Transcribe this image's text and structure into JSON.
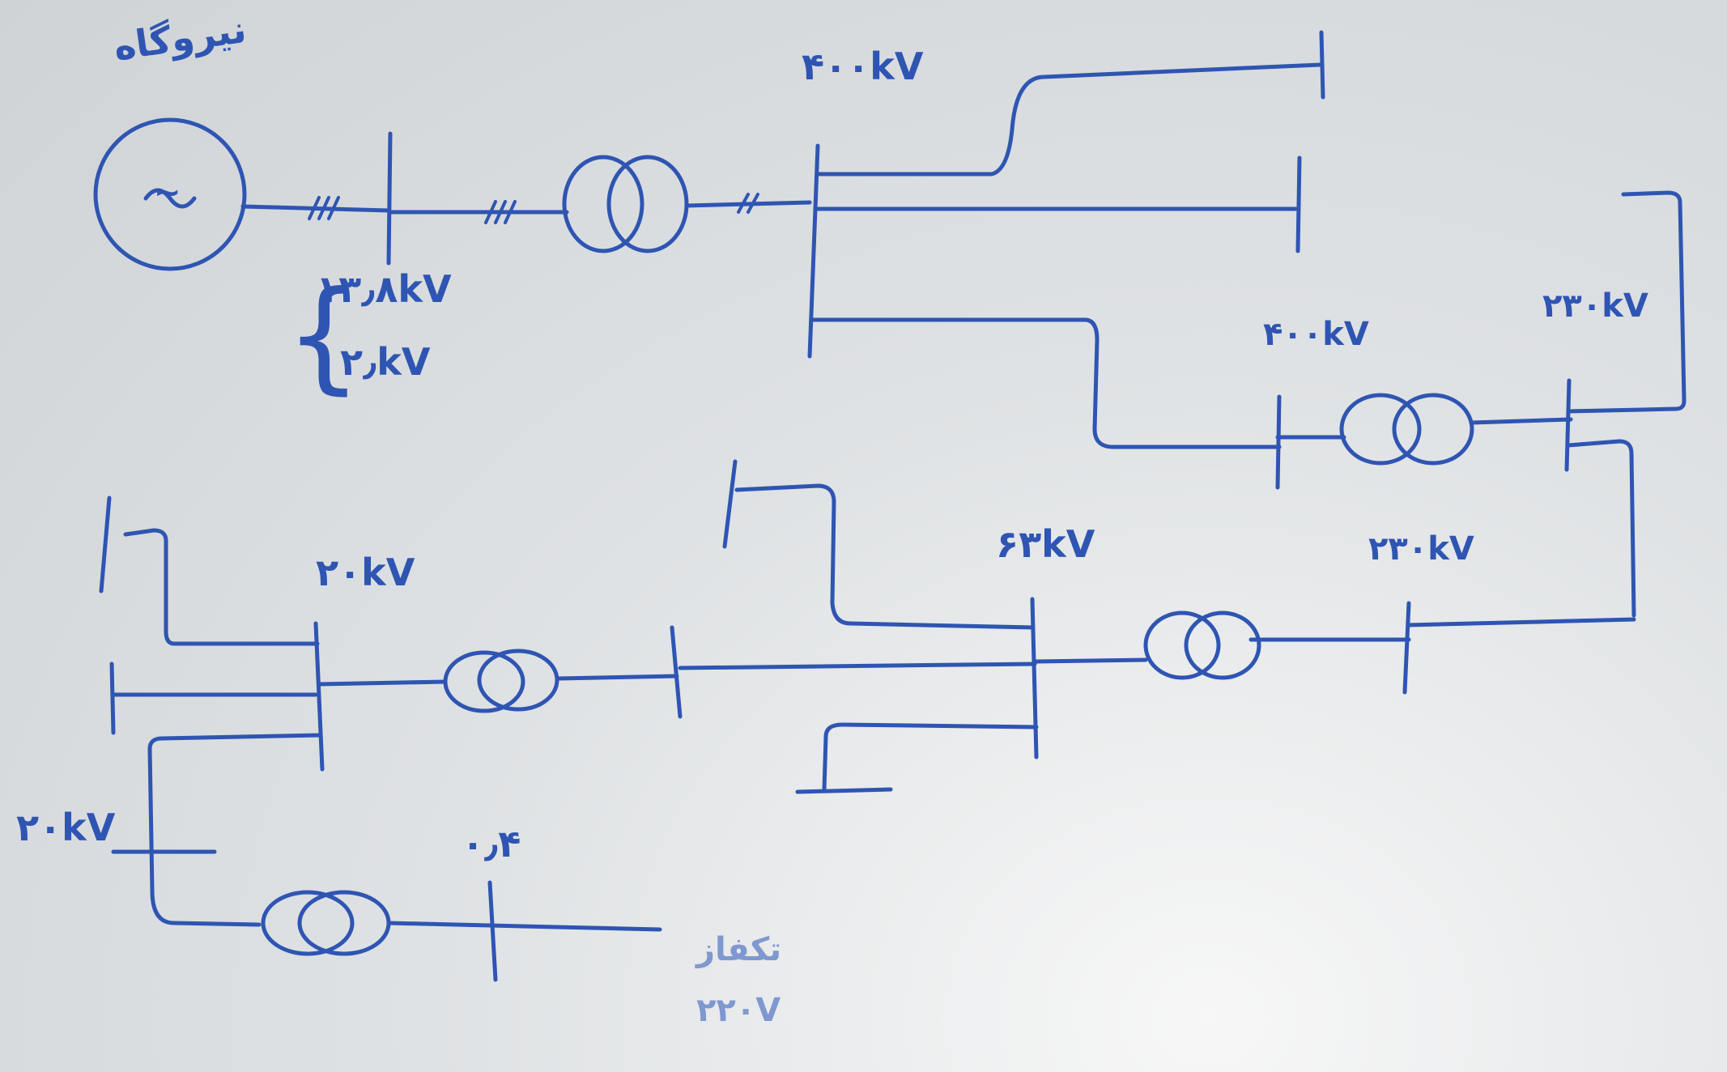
{
  "board": {
    "plant_label": "نیروگاه",
    "generator_symbol": "~",
    "gen_voltage_a": "۱۳٫۸kV",
    "gen_voltage_b": "۲٫kV",
    "bus_top": "۴۰۰kV",
    "bus_right_hv": "۴۰۰kV",
    "bus_right_lv": "۲۳۰kV",
    "bus_mid_right": "۲۳۰kV",
    "bus_mid": "۶۳kV",
    "bus_left": "۲۰kV",
    "bus_bottom_left": "۲۰kV",
    "bus_bottom": "۰٫۴",
    "load_label": "تکفاز",
    "load_value": "۲۲۰V"
  },
  "colors": {
    "ink": "#2f55b3",
    "board": "#dfe2e4"
  }
}
